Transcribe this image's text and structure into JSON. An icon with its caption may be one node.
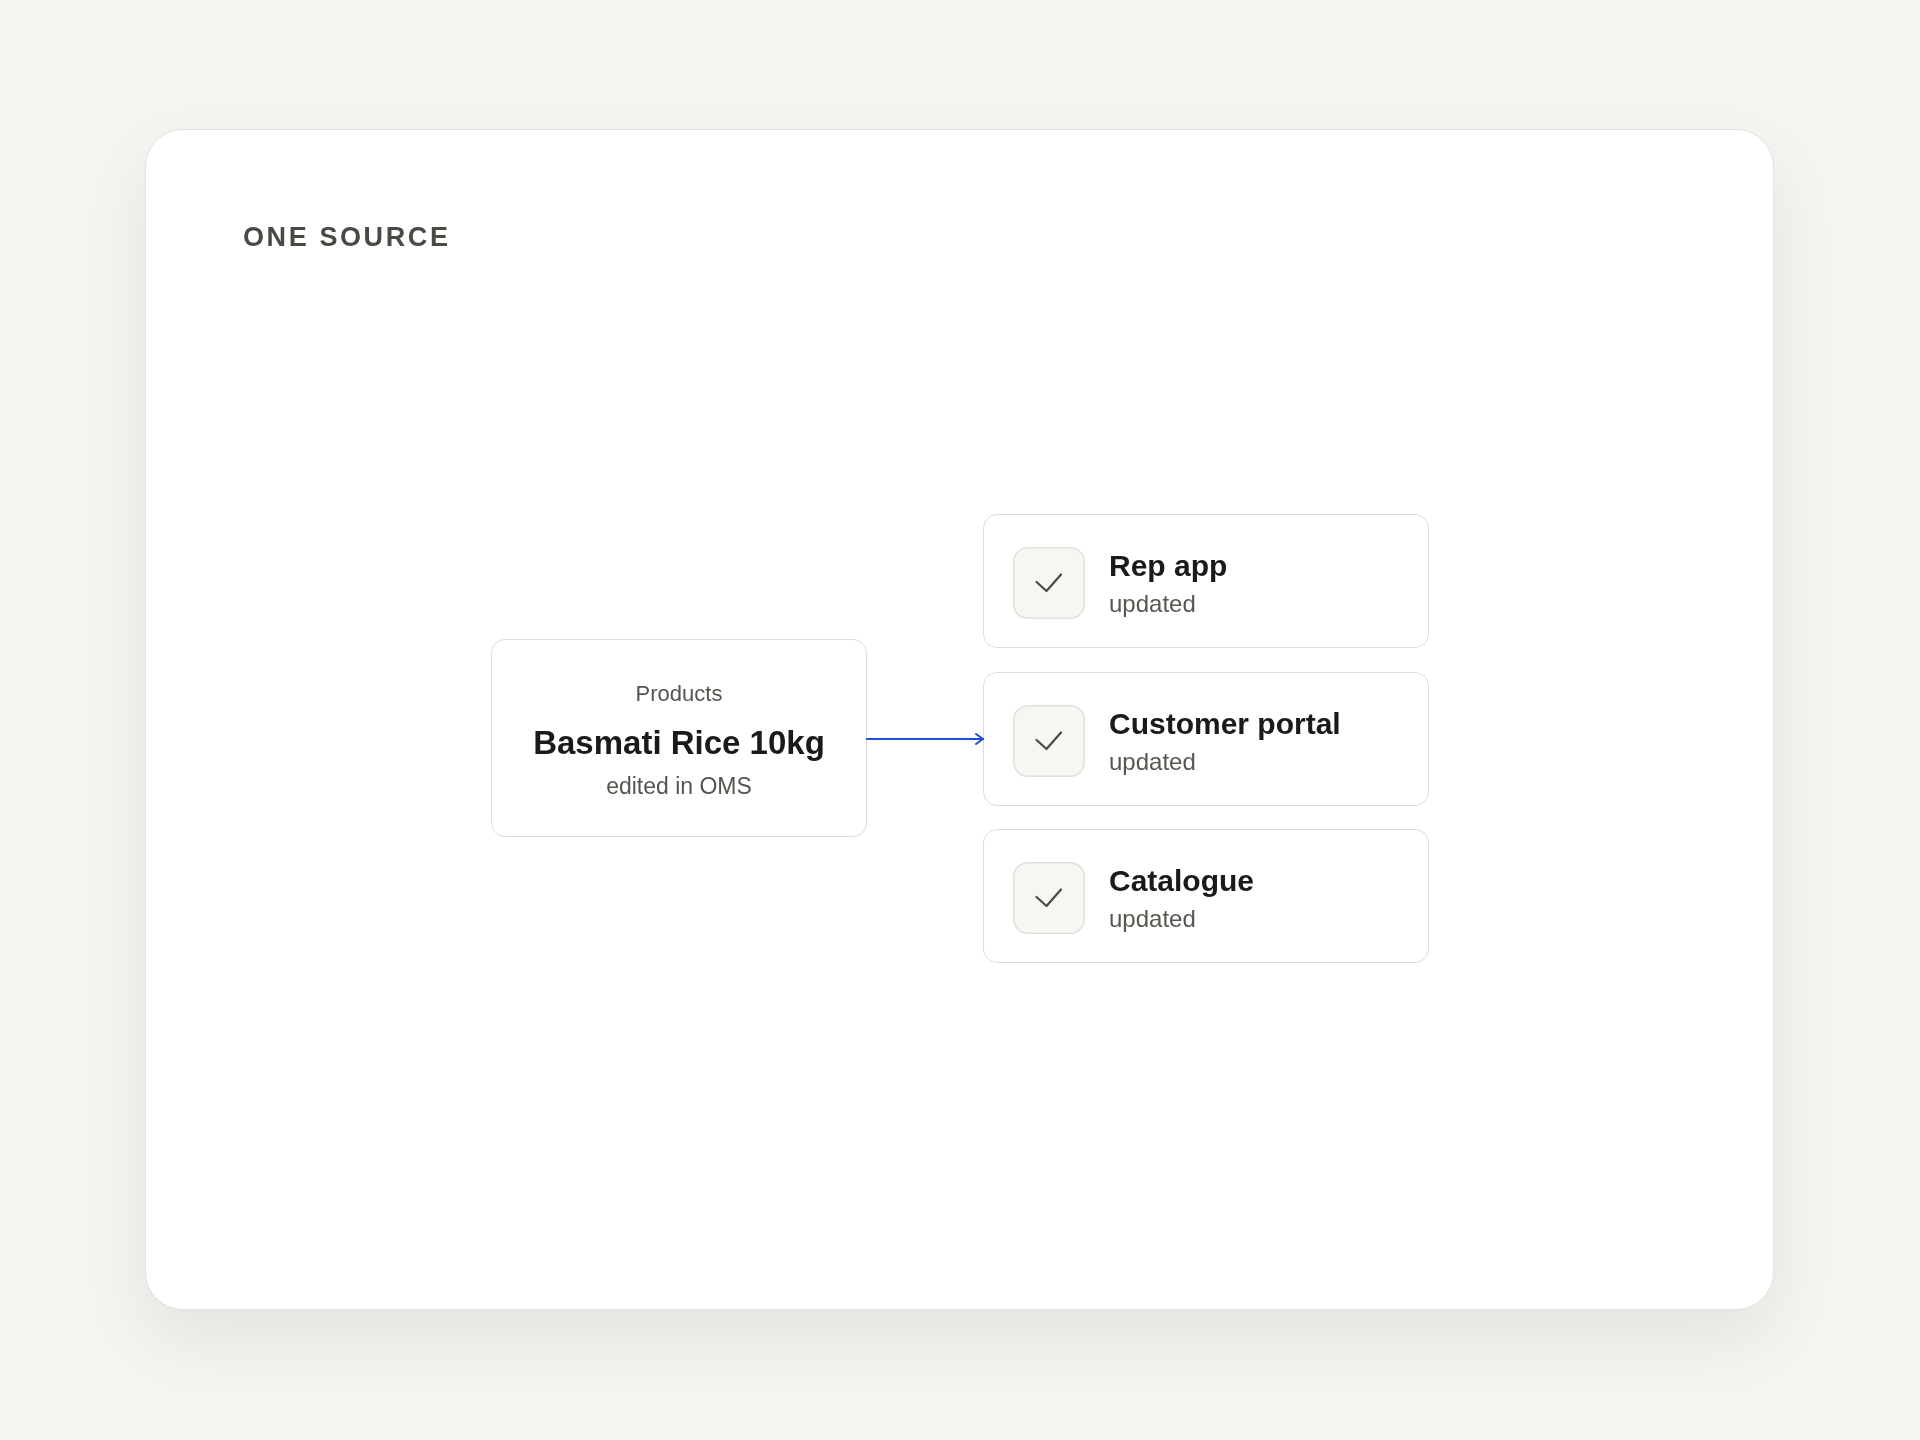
{
  "diagram": {
    "title": "ONE SOURCE",
    "nodes": [
      {
        "text": [
          "Products",
          "Basmati Rice 10kg",
          "edited in OMS"
        ]
      },
      {
        "text": [
          "Rep app",
          "updated"
        ]
      },
      {
        "text": [
          "Customer portal",
          "updated"
        ]
      },
      {
        "text": [
          "Catalogue",
          "updated"
        ]
      }
    ],
    "edges": [
      {
        "from": 0,
        "to": 2,
        "arrow": "to",
        "color": "#1d4ed8"
      }
    ]
  }
}
